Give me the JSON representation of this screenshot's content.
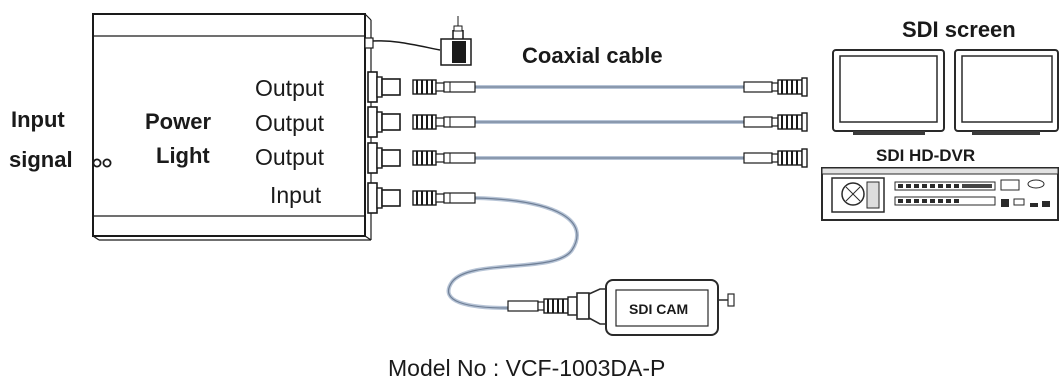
{
  "device": {
    "input_signal_line1": "Input",
    "input_signal_line2": "signal",
    "power_light_line1": "Power",
    "power_light_line2": "Light",
    "ports": [
      {
        "label": "Output"
      },
      {
        "label": "Output"
      },
      {
        "label": "Output"
      },
      {
        "label": "Input"
      }
    ]
  },
  "cable": {
    "label": "Coaxial cable"
  },
  "screens": {
    "label": "SDI screen"
  },
  "dvr": {
    "label": "SDI HD-DVR"
  },
  "camera": {
    "label": "SDI CAM"
  },
  "model": {
    "text": "Model No : VCF-1003DA-P"
  },
  "colors": {
    "line": "#1a1a1a",
    "cable": "#7a8ea8",
    "cable_stroke": "#b7c4d6"
  }
}
